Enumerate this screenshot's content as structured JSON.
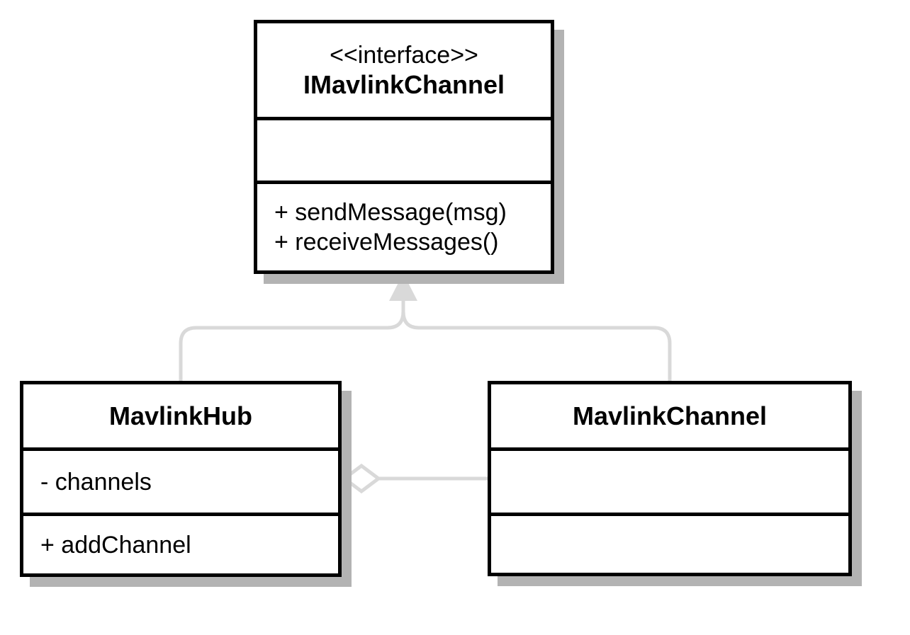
{
  "diagram": {
    "interface_class": {
      "stereotype": "<<interface>>",
      "name": "IMavlinkChannel",
      "attributes": [],
      "operations": [
        "+ sendMessage(msg)",
        "+ receiveMessages()"
      ]
    },
    "hub_class": {
      "name": "MavlinkHub",
      "attributes": [
        "- channels"
      ],
      "operations": [
        "+ addChannel"
      ]
    },
    "channel_class": {
      "name": "MavlinkChannel",
      "attributes": [],
      "operations": []
    },
    "relationships": [
      {
        "type": "realization",
        "from": "MavlinkHub",
        "to": "IMavlinkChannel"
      },
      {
        "type": "realization",
        "from": "MavlinkChannel",
        "to": "IMavlinkChannel"
      },
      {
        "type": "aggregation",
        "whole": "MavlinkHub",
        "part": "MavlinkChannel"
      }
    ],
    "colors": {
      "border": "#000000",
      "shadow": "#b3b3b3",
      "connector": "#d9d9d9"
    }
  }
}
